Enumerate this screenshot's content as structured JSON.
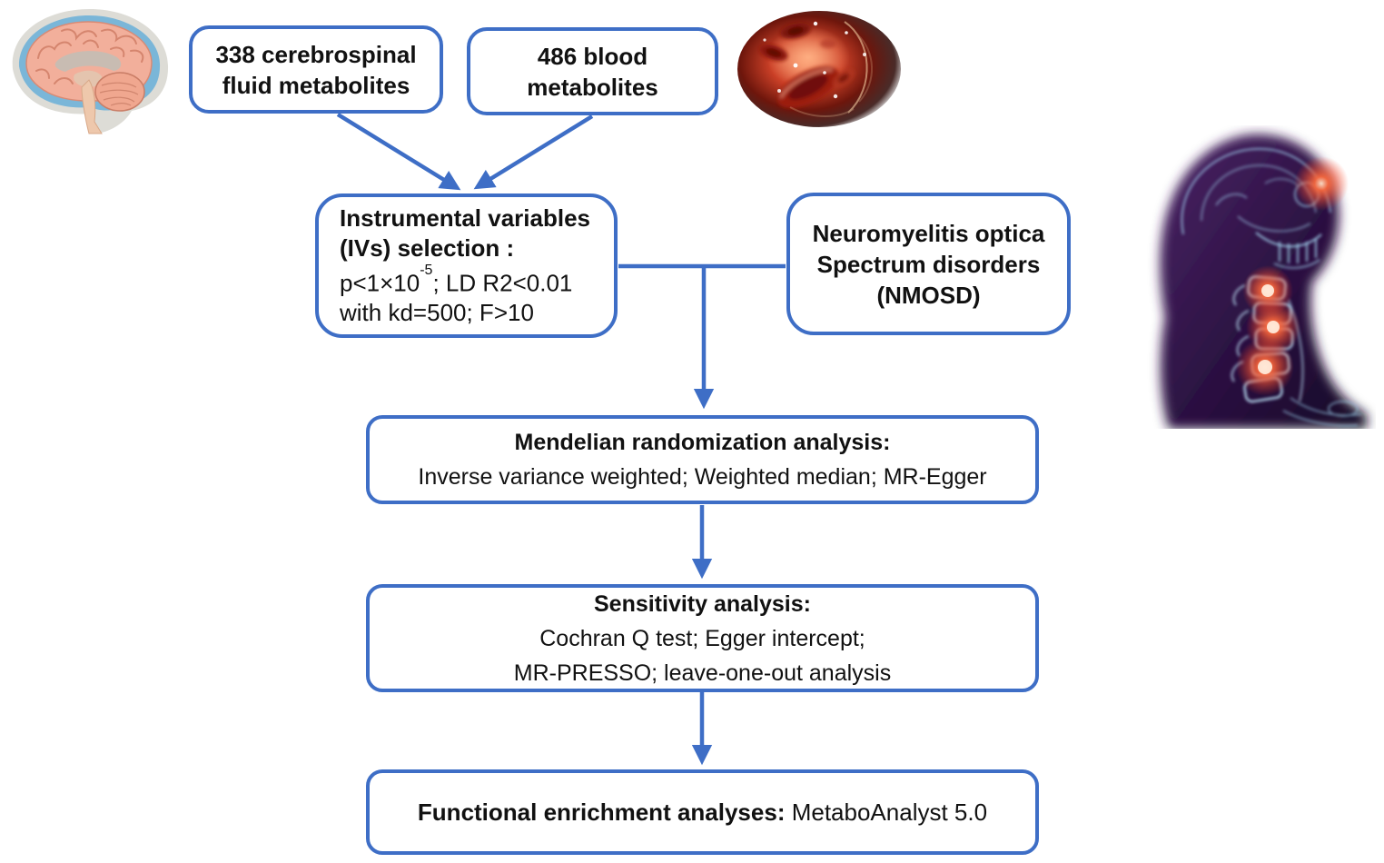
{
  "diagram": {
    "accent_color": "#3E6EC6",
    "text_color": "#111111",
    "nodes": {
      "csf": {
        "line1": "338 cerebrospinal",
        "line2": "fluid metabolites"
      },
      "blood": {
        "line1": "486 blood",
        "line2": "metabolites"
      },
      "ivs": {
        "title_line1": "Instrumental variables",
        "title_line2": "(IVs) selection :",
        "body1_pre": "p<1×10",
        "body1_sup": "-5",
        "body1_post": "; LD R2<0.01",
        "body2": "with kd=500; F>10"
      },
      "nmosd": {
        "line1": "Neuromyelitis optica",
        "line2": "Spectrum disorders",
        "line3": "(NMOSD)"
      },
      "mr": {
        "title": "Mendelian randomization analysis:",
        "body": "Inverse variance weighted; Weighted median; MR-Egger"
      },
      "sensitivity": {
        "title": "Sensitivity analysis:",
        "body1": "Cochran Q test; Egger intercept;",
        "body2": "MR-PRESSO; leave-one-out analysis"
      },
      "functional": {
        "title_bold": "Functional enrichment analyses:",
        "body": " MetaboAnalyst 5.0"
      }
    },
    "illustrations": {
      "brain": "brain-sagittal-illustration",
      "blood_vessel": "blood-vessel-cells-illustration",
      "neck": "neck-cervical-spine-xray-illustration"
    }
  }
}
